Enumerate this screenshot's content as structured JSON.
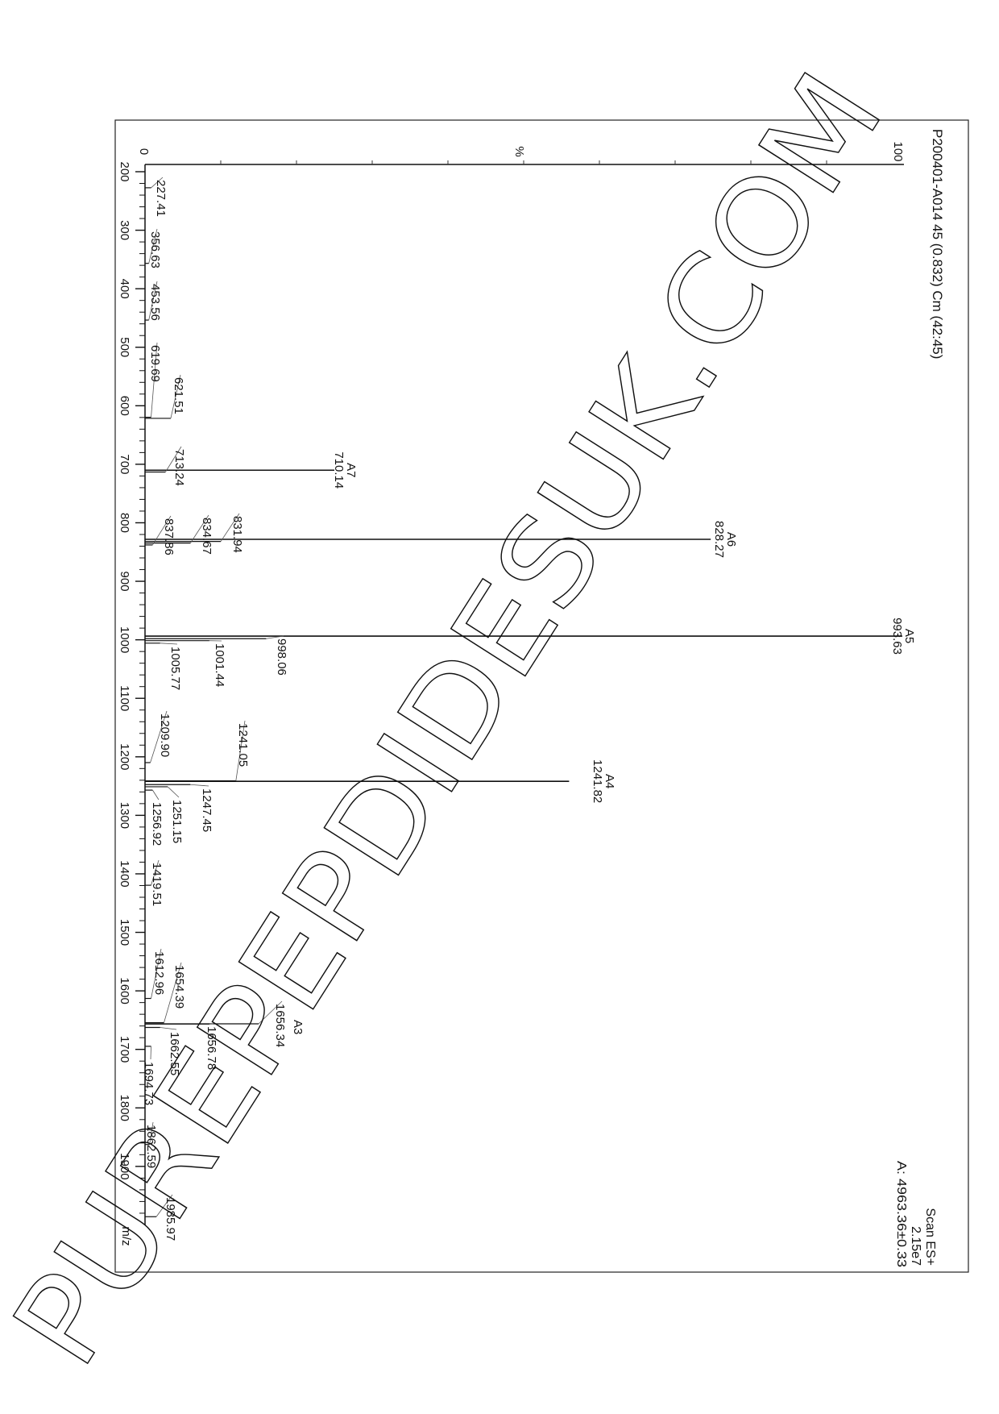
{
  "title": "P200401-A014 45 (0.832) Cm (42:45)",
  "scan_info": {
    "mode": "Scan ES+",
    "intensity": "2.15e7",
    "mass": "A: 4963.36±0.33"
  },
  "watermark": "PUREPEPDIDESUK.COM",
  "chart_data": {
    "type": "bar",
    "subtype": "mass-spectrum-stick",
    "orientation": "rotated 90° clockwise (m/z axis runs down the page)",
    "xlabel": "m/z",
    "ylabel": "%",
    "xlim": [
      190,
      2000
    ],
    "ylim": [
      0,
      100
    ],
    "x_ticks": [
      200,
      300,
      400,
      500,
      600,
      700,
      800,
      900,
      1000,
      1100,
      1200,
      1300,
      1400,
      1500,
      1600,
      1700,
      1800,
      1900
    ],
    "y_tick_labels": [
      "0",
      "100"
    ],
    "grid": false,
    "peaks": [
      {
        "mz": 227.41,
        "intensity": 0.8,
        "label": "227.41"
      },
      {
        "mz": 356.63,
        "intensity": 0.5,
        "label": "356.63"
      },
      {
        "mz": 453.56,
        "intensity": 0.5,
        "label": "453.56"
      },
      {
        "mz": 619.69,
        "intensity": 0.8,
        "label": "619.69"
      },
      {
        "mz": 621.51,
        "intensity": 3.4,
        "label": "621.51"
      },
      {
        "mz": 710.14,
        "intensity": 25,
        "label": "710.14",
        "annotation": "A7"
      },
      {
        "mz": 713.24,
        "intensity": 2.7,
        "label": "713.24"
      },
      {
        "mz": 828.27,
        "intensity": 74.7,
        "label": "828.27",
        "annotation": "A6"
      },
      {
        "mz": 831.94,
        "intensity": 10,
        "label": "831.94"
      },
      {
        "mz": 834.67,
        "intensity": 6,
        "label": "834.67"
      },
      {
        "mz": 837.86,
        "intensity": 1,
        "label": "837.86"
      },
      {
        "mz": 993.63,
        "intensity": 100,
        "label": "993.63",
        "annotation": "A5"
      },
      {
        "mz": 998.06,
        "intensity": 16,
        "label": "998.06"
      },
      {
        "mz": 1001.44,
        "intensity": 8.5,
        "label": "1001.44"
      },
      {
        "mz": 1005.77,
        "intensity": 2,
        "label": "1005.77"
      },
      {
        "mz": 1209.9,
        "intensity": 0.7,
        "label": "1209.90"
      },
      {
        "mz": 1241.05,
        "intensity": 12,
        "label": "1241.05"
      },
      {
        "mz": 1241.82,
        "intensity": 56,
        "label": "1241.82",
        "annotation": "A4"
      },
      {
        "mz": 1247.45,
        "intensity": 6,
        "label": "1247.45"
      },
      {
        "mz": 1251.15,
        "intensity": 3,
        "label": "1251.15"
      },
      {
        "mz": 1256.92,
        "intensity": 1,
        "label": "1256.92"
      },
      {
        "mz": 1419.51,
        "intensity": 0.8,
        "label": "1419.51"
      },
      {
        "mz": 1612.96,
        "intensity": 0.8,
        "label": "1612.96"
      },
      {
        "mz": 1654.39,
        "intensity": 2.5,
        "label": "1654.39"
      },
      {
        "mz": 1656.34,
        "intensity": 15,
        "label": "1656.34",
        "annotation": "A3"
      },
      {
        "mz": 1656.78,
        "intensity": 8.5,
        "label": "1656.78"
      },
      {
        "mz": 1662.55,
        "intensity": 2,
        "label": "1662.55"
      },
      {
        "mz": 1694.73,
        "intensity": 0.8,
        "label": "1694.73"
      },
      {
        "mz": 1862.59,
        "intensity": 0.6,
        "label": "1862.59"
      },
      {
        "mz": 1985.97,
        "intensity": 1.5,
        "label": "1985.97"
      }
    ]
  }
}
